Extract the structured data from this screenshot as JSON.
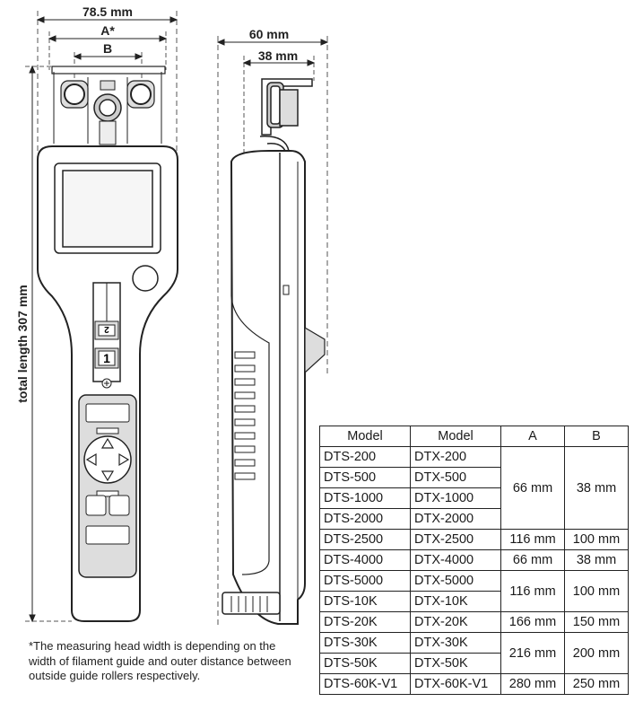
{
  "front_view": {
    "dim_overall_width": "78.5 mm",
    "dim_a": "A*",
    "dim_b": "B",
    "dim_length": "total length 307 mm",
    "slot_label_upper": "2",
    "slot_label_lower": "1"
  },
  "side_view": {
    "dim_depth": "60 mm",
    "dim_head": "38 mm"
  },
  "table": {
    "headers": [
      "Model",
      "Model",
      "A",
      "B"
    ],
    "rows": [
      {
        "dts": "DTS-200",
        "dtx": "DTX-200"
      },
      {
        "dts": "DTS-500",
        "dtx": "DTX-500"
      },
      {
        "dts": "DTS-1000",
        "dtx": "DTX-1000"
      },
      {
        "dts": "DTS-2000",
        "dtx": "DTX-2000"
      },
      {
        "dts": "DTS-2500",
        "dtx": "DTX-2500"
      },
      {
        "dts": "DTS-4000",
        "dtx": "DTX-4000"
      },
      {
        "dts": "DTS-5000",
        "dtx": "DTX-5000"
      },
      {
        "dts": "DTS-10K",
        "dtx": "DTX-10K"
      },
      {
        "dts": "DTS-20K",
        "dtx": "DTX-20K"
      },
      {
        "dts": "DTS-30K",
        "dtx": "DTX-30K"
      },
      {
        "dts": "DTS-50K",
        "dtx": "DTX-50K"
      },
      {
        "dts": "DTS-60K-V1",
        "dtx": "DTX-60K-V1"
      }
    ],
    "groups": [
      {
        "a": "66 mm",
        "b": "38 mm"
      },
      {
        "a": "116 mm",
        "b": "100 mm"
      },
      {
        "a": "66 mm",
        "b": "38 mm"
      },
      {
        "a": "116 mm",
        "b": "100 mm"
      },
      {
        "a": "166 mm",
        "b": "150 mm"
      },
      {
        "a": "216 mm",
        "b": "200 mm"
      },
      {
        "a": "280 mm",
        "b": "250 mm"
      }
    ]
  },
  "footnote": "*The measuring head width is depending on the width of filament guide and   outer distance between outside guide rollers respectively."
}
